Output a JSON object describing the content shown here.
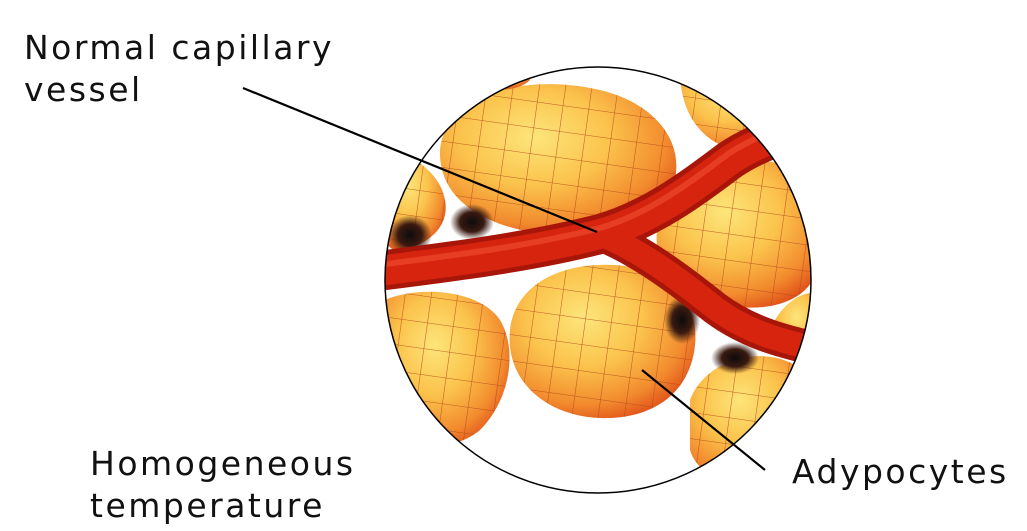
{
  "labels": {
    "vessel_line1": "Normal capillary",
    "vessel_line2": "vessel",
    "temperature_line1": "Homogeneous",
    "temperature_line2": "temperature",
    "adipocytes": "Adypocytes"
  },
  "colors": {
    "background": "#ffffff",
    "vessel": "#c91e10",
    "adipocyte_light": "#fbc84e",
    "adipocyte_dark": "#ea5a1c",
    "grid_line": "#b5481a",
    "outline": "#000000"
  }
}
